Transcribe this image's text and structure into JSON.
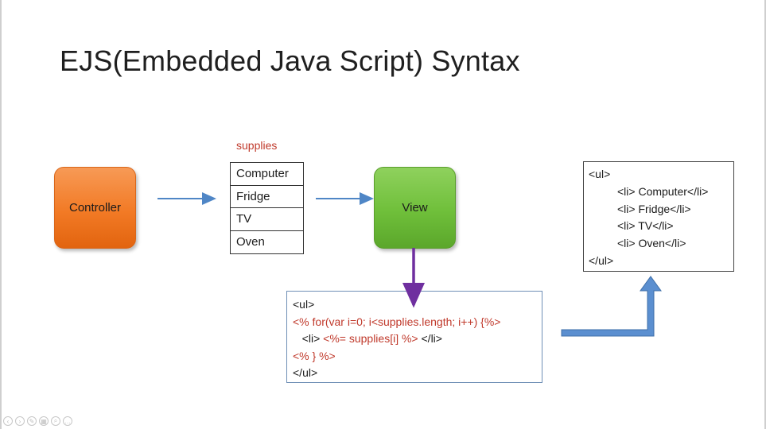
{
  "slide": {
    "title": "EJS(Embedded Java Script) Syntax"
  },
  "controller": {
    "label": "Controller",
    "color": "#f27a25"
  },
  "view": {
    "label": "View",
    "color": "#6fbf3a"
  },
  "supplies": {
    "label": "supplies",
    "items": [
      "Computer",
      "Fridge",
      "TV",
      "Oven"
    ]
  },
  "code": {
    "lines": [
      {
        "text": "<ul>",
        "color": "black"
      },
      {
        "text": "<% for(var i=0; i<supplies.length; i++) {%>",
        "color": "red"
      },
      {
        "prefix": "   <li> ",
        "red": "<%= supplies[i] %>",
        "suffix": " </li>"
      },
      {
        "text": "<% } %>",
        "color": "red"
      },
      {
        "text": "</ul>",
        "color": "black"
      }
    ]
  },
  "output": {
    "lines": [
      "<ul>",
      "<li> Computer</li>",
      "<li> Fridge</li>",
      "<li> TV</li>",
      "<li> Oven</li>",
      "</ul>"
    ]
  },
  "colors": {
    "arrow_blue": "#4f86c6",
    "arrow_purple": "#6f2f9f",
    "code_red": "#c0392b"
  },
  "toolbar": {
    "icons": [
      "prev-icon",
      "next-icon",
      "pen-icon",
      "slides-icon",
      "zoom-icon",
      "more-icon"
    ]
  }
}
